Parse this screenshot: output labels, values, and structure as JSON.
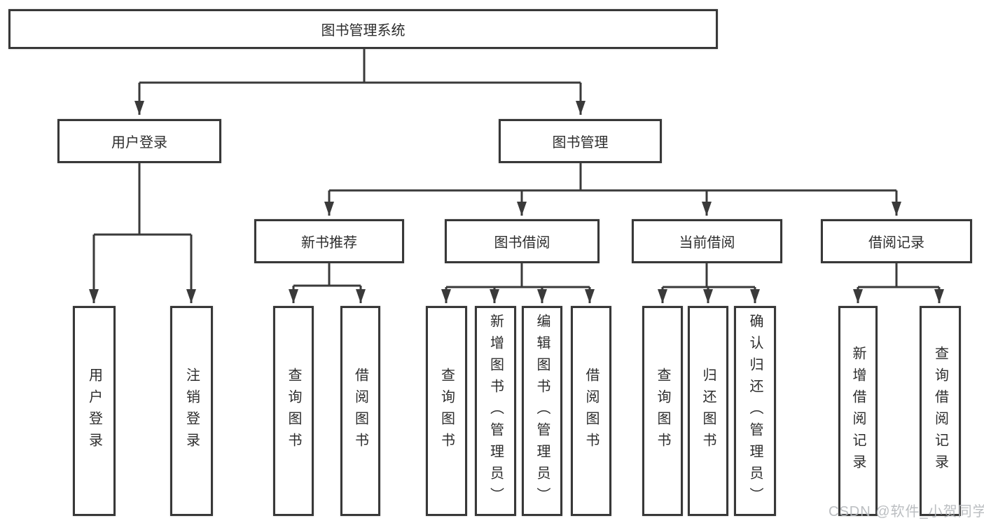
{
  "diagram": {
    "root": {
      "label": "图书管理系统"
    },
    "level2": [
      {
        "label": "用户登录"
      },
      {
        "label": "图书管理"
      }
    ],
    "level3": [
      {
        "label": "新书推荐"
      },
      {
        "label": "图书借阅"
      },
      {
        "label": "当前借阅"
      },
      {
        "label": "借阅记录"
      }
    ],
    "leaves": {
      "user_login": [
        {
          "label": "用户登录"
        },
        {
          "label": "注销登录"
        }
      ],
      "new_book": [
        {
          "label": "查询图书"
        },
        {
          "label": "借阅图书"
        }
      ],
      "book_borrow": [
        {
          "label": "查询图书"
        },
        {
          "label": "新增图书（管理员）"
        },
        {
          "label": "编辑图书（管理员）"
        },
        {
          "label": "借阅图书"
        }
      ],
      "current_borrow": [
        {
          "label": "查询图书"
        },
        {
          "label": "归还图书"
        },
        {
          "label": "确认归还（管理员）"
        }
      ],
      "borrow_records": [
        {
          "label": "新增借阅记录"
        },
        {
          "label": "查询借阅记录"
        }
      ]
    },
    "style": {
      "line_color": "#3a3a3a",
      "text_color": "#2d2d2d",
      "background": "#ffffff",
      "watermark_color": "#b4b7bb"
    }
  },
  "watermark": {
    "text": "CSDN @软件_小贺同学"
  }
}
